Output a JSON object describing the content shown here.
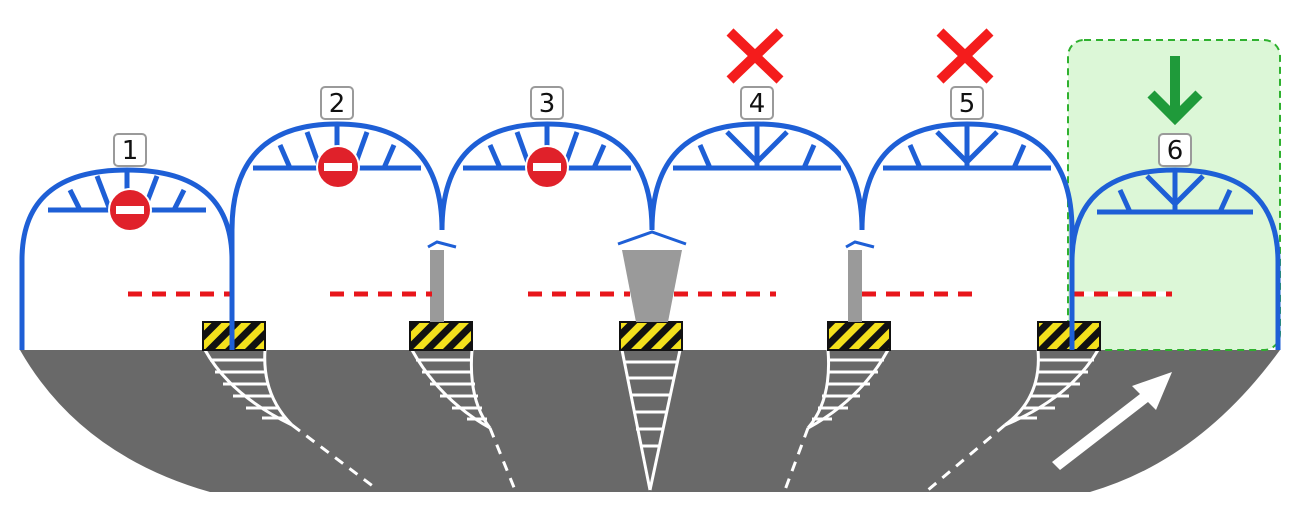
{
  "colors": {
    "canopy": "#1e5fd6",
    "road": "#696969",
    "marking": "#ffffff",
    "barrier_stripe": "#e8161b",
    "no_entry": "#e0212a",
    "closed_x": "#f41c1c",
    "open_arrow": "#1f9a3a",
    "open_highlight_fill": "#dcf7d7",
    "open_highlight_border": "#2fb12f",
    "island_hazard_yellow": "#f3e01c",
    "island_hazard_black": "#111111",
    "post": "#9a9a9a"
  },
  "lanes": [
    {
      "number": "1",
      "status": "no-entry"
    },
    {
      "number": "2",
      "status": "no-entry"
    },
    {
      "number": "3",
      "status": "no-entry"
    },
    {
      "number": "4",
      "status": "closed"
    },
    {
      "number": "5",
      "status": "closed"
    },
    {
      "number": "6",
      "status": "open"
    }
  ]
}
